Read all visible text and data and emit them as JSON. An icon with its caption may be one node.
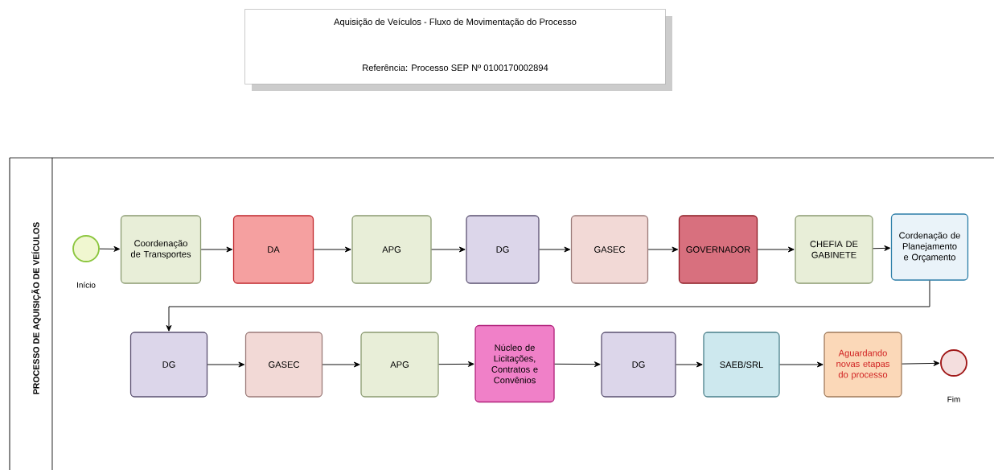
{
  "diagram": {
    "nodes": [
      {
        "text": [
          "Aquisição de Veículos - Fluxo de Movimentação do Processo",
          "Referência: Processo SEP Nº 0100170002894"
        ]
      },
      {
        "text": [
          "PROCESSO DE AQUISIÇÃO DE VEÍCULOS"
        ]
      },
      {
        "text": [],
        "shape": "circle",
        "beside": [
          "Início"
        ],
        "in": 1
      },
      {
        "text": [
          "Coordenação de Transportes"
        ],
        "in": 1
      },
      {
        "text": [
          "DA"
        ],
        "in": 1
      },
      {
        "text": [
          "APG"
        ],
        "in": 1
      },
      {
        "text": [
          "DG"
        ],
        "in": 1
      },
      {
        "text": [
          "GASEC"
        ],
        "in": 1
      },
      {
        "text": [
          "GOVERNADOR"
        ],
        "in": 1
      },
      {
        "text": [
          "CHEFIA DE GABINETE"
        ],
        "in": 1
      },
      {
        "text": [
          "Cordenação de Planejamento e Orçamento"
        ],
        "in": 1
      },
      {
        "text": [
          "DG"
        ],
        "in": 1
      },
      {
        "text": [
          "GASEC"
        ],
        "in": 1
      },
      {
        "text": [
          "APG"
        ],
        "in": 1
      },
      {
        "text": [
          "Núcleo de Licitações, Contratos e Convênios"
        ],
        "in": 1
      },
      {
        "text": [
          "DG"
        ],
        "in": 1
      },
      {
        "text": [
          "SAEB/SRL"
        ],
        "in": 1
      },
      {
        "text": [
          "Aguardando novas etapas do processo"
        ],
        "in": 1
      },
      {
        "text": [],
        "shape": "circle",
        "beside": [
          "Fim"
        ],
        "in": 1
      }
    ],
    "edges": [
      {
        "from": 2,
        "to": 3,
        "arrow": "to"
      },
      {
        "from": 3,
        "to": 4,
        "arrow": "to"
      },
      {
        "from": 4,
        "to": 5,
        "arrow": "to"
      },
      {
        "from": 5,
        "to": 6,
        "arrow": "to"
      },
      {
        "from": 6,
        "to": 7,
        "arrow": "to"
      },
      {
        "from": 7,
        "to": 8,
        "arrow": "to"
      },
      {
        "from": 8,
        "to": 9,
        "arrow": "to"
      },
      {
        "from": 9,
        "to": 10,
        "arrow": "to"
      },
      {
        "from": 10,
        "to": 11,
        "arrow": "to"
      },
      {
        "from": 11,
        "to": 12,
        "arrow": "to"
      },
      {
        "from": 12,
        "to": 13,
        "arrow": "to"
      },
      {
        "from": 13,
        "to": 14,
        "arrow": "to"
      },
      {
        "from": 14,
        "to": 15,
        "arrow": "to"
      },
      {
        "from": 15,
        "to": 16,
        "arrow": "to"
      },
      {
        "from": 16,
        "to": 17,
        "arrow": "to"
      },
      {
        "from": 17,
        "to": 18,
        "arrow": "to"
      }
    ]
  }
}
